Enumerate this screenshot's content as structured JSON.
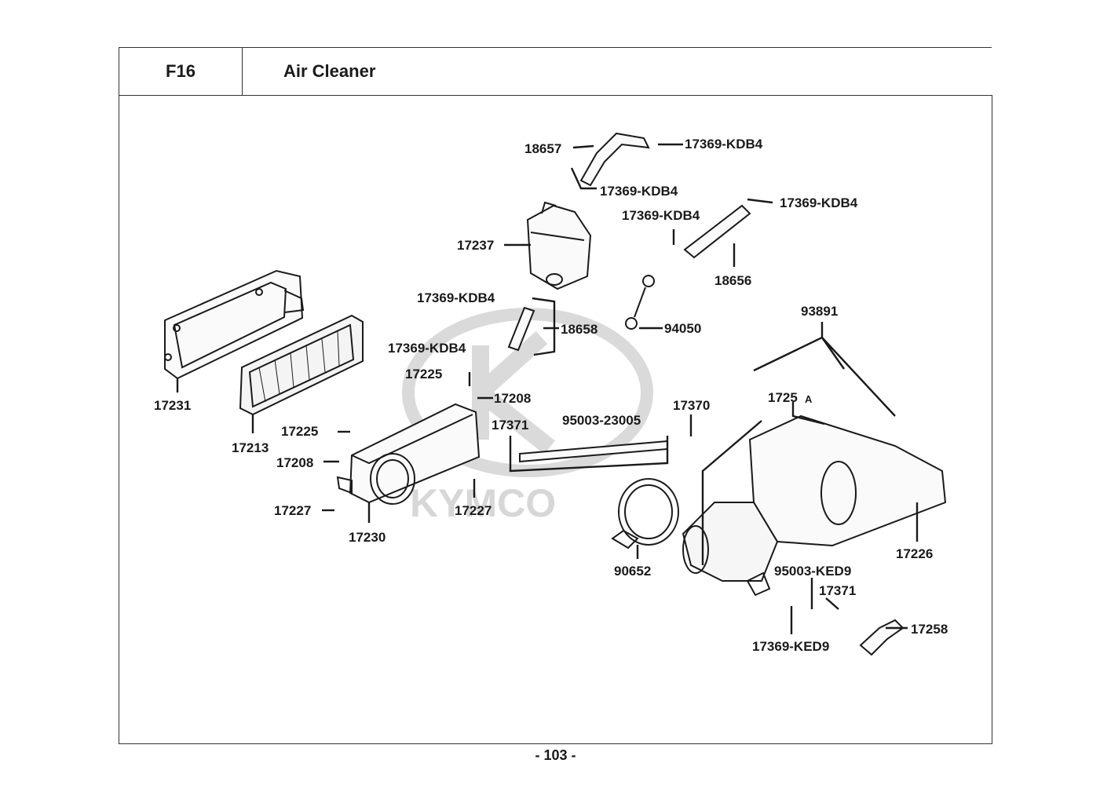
{
  "header": {
    "figure_code": "F16",
    "title": "Air Cleaner"
  },
  "watermark": {
    "brand": "KYMCO"
  },
  "parts": [
    {
      "number": "18657"
    },
    {
      "number": "17369-KDB4"
    },
    {
      "number": "17369-KDB4"
    },
    {
      "number": "17369-KDB4"
    },
    {
      "number": "17369-KDB4"
    },
    {
      "number": "17237"
    },
    {
      "number": "18656"
    },
    {
      "number": "17369-KDB4"
    },
    {
      "number": "94050"
    },
    {
      "number": "18658"
    },
    {
      "number": "17369-KDB4"
    },
    {
      "number": "93891"
    },
    {
      "number": "17225"
    },
    {
      "number": "17208"
    },
    {
      "number": "17231"
    },
    {
      "number": "1725"
    },
    {
      "number": "A"
    },
    {
      "number": "17370"
    },
    {
      "number": "95003-23005"
    },
    {
      "number": "17371"
    },
    {
      "number": "17225"
    },
    {
      "number": "17213"
    },
    {
      "number": "17208"
    },
    {
      "number": "17227"
    },
    {
      "number": "17227"
    },
    {
      "number": "17230"
    },
    {
      "number": "90652"
    },
    {
      "number": "17226"
    },
    {
      "number": "95003-KED9"
    },
    {
      "number": "17371"
    },
    {
      "number": "17258"
    },
    {
      "number": "17369-KED9"
    }
  ],
  "footer": {
    "page_number": "- 103 -"
  }
}
